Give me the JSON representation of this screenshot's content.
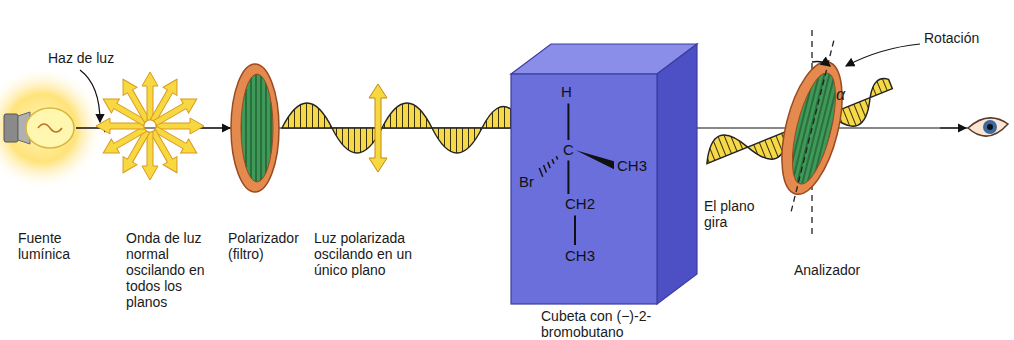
{
  "diagram": {
    "nodes": [
      {
        "text": [
          "H",
          "C",
          "Br",
          "CH3",
          "CH2",
          "CH3",
          "Cubeta con (−)-2-bromobutano"
        ]
      }
    ],
    "labels": [
      "Haz de luz",
      "Fuente lumínica",
      "Onda de luz normal oscilando en todos los planos",
      "Polarizador (filtro)",
      "Luz polarizada oscilando en un único plano",
      "El plano gira",
      "Rotación",
      "α",
      "Analizador"
    ]
  }
}
